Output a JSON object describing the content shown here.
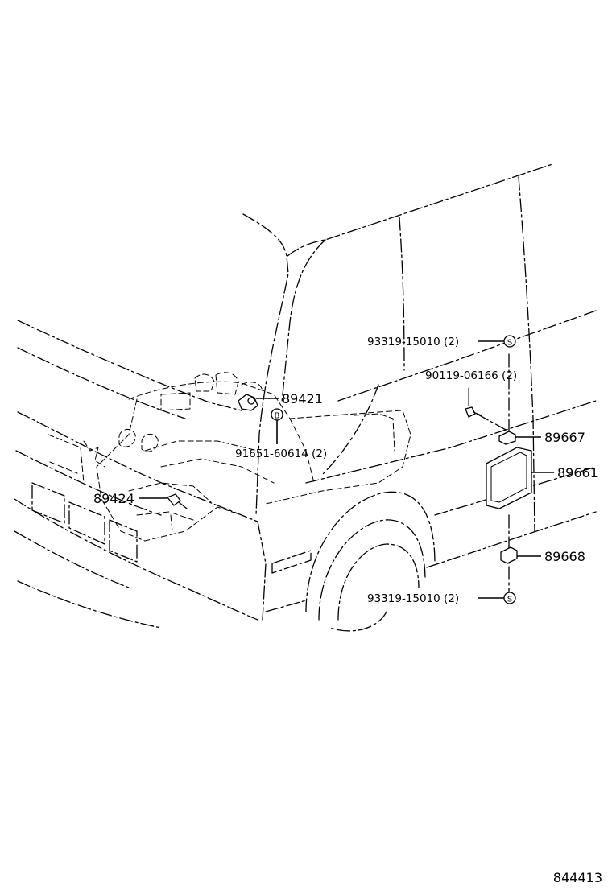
{
  "labels": {
    "nut_top": "93319-15010 (2)",
    "bolt": "90119-06166 (2)",
    "part_89421": "89421",
    "clip": "91651-60614 (2)",
    "part_89667": "89667",
    "part_89661": "89661",
    "part_89424": "89424",
    "part_89668": "89668",
    "nut_bottom": "93319-15010 (2)"
  },
  "markers": {
    "clip_marker": "B",
    "nut_marker_top": "S",
    "nut_marker_bottom": "S"
  },
  "figure_id": "844413"
}
